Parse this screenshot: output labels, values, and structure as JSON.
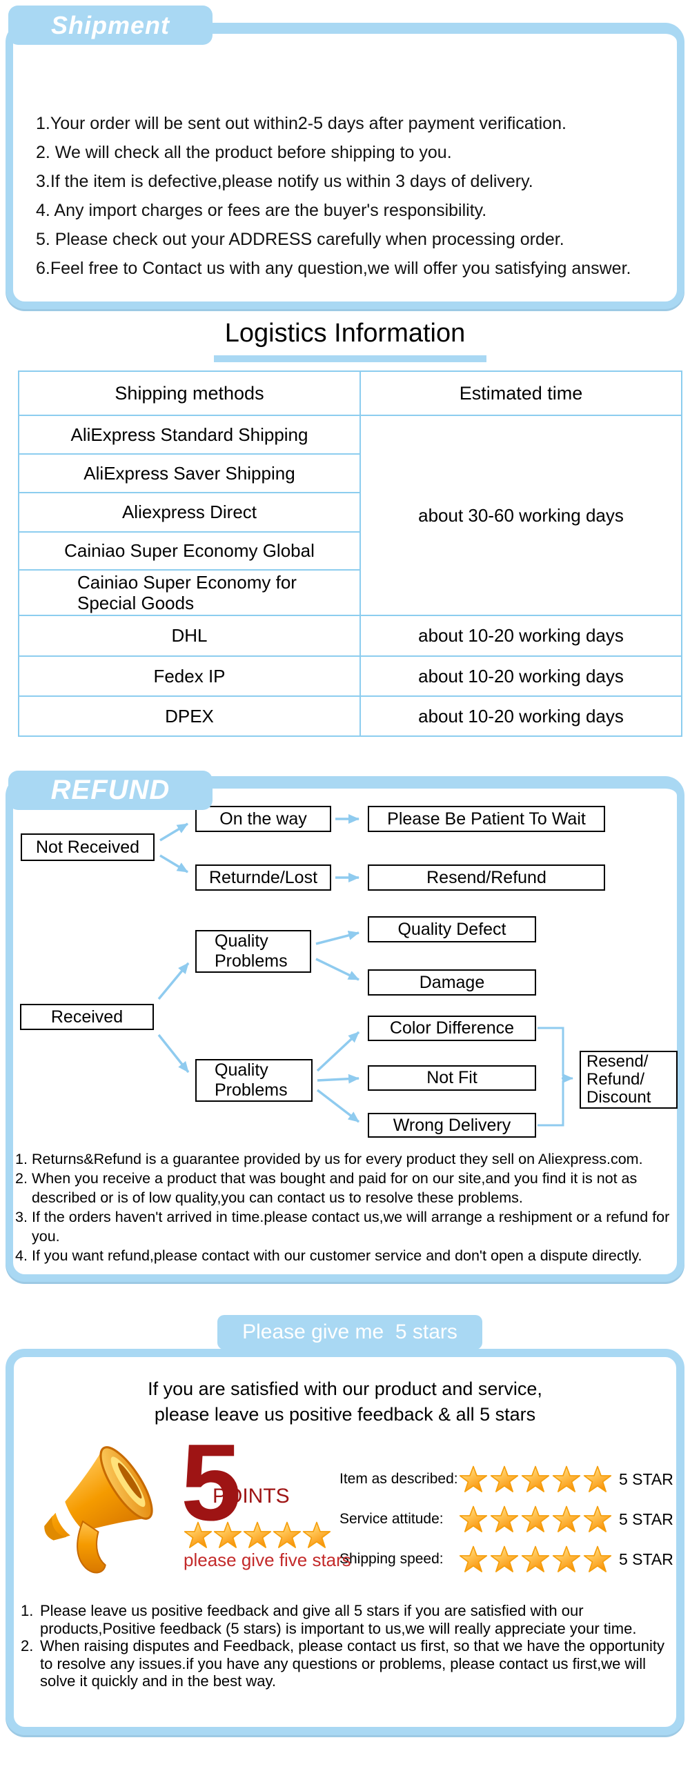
{
  "colors": {
    "blue": "#A9D8F3",
    "table_line": "#8CCDEF",
    "arrow": "#8FCBEF",
    "dark_red": "#9E1414",
    "red": "#C32A2A",
    "star_gold": "#FFC04D"
  },
  "shipment": {
    "badge": "Shipment",
    "items": [
      "1.Your order will be sent out within2-5 days after payment verification.",
      "2. We will check all the product before shipping to you.",
      "3.If the item is defective,please notify us within 3 days of delivery.",
      "4. Any import charges or fees are the buyer's responsibility.",
      "5. Please check out your ADDRESS carefully when processing order.",
      "6.Feel free to Contact us with any question,we will offer you satisfying answer."
    ]
  },
  "logistics": {
    "title": "Logistics Information",
    "headers": {
      "methods": "Shipping methods",
      "time": "Estimated time"
    },
    "group": {
      "rows": [
        "AliExpress Standard Shipping",
        "AliExpress Saver Shipping",
        "Aliexpress Direct",
        "Cainiao Super Economy Global",
        "Cainiao Super Economy for\nSpecial Goods"
      ],
      "time": "about 30-60 working days"
    },
    "singles": [
      {
        "method": "DHL",
        "time": "about 10-20 working days"
      },
      {
        "method": "Fedex IP",
        "time": "about 10-20 working days"
      },
      {
        "method": "DPEX",
        "time": "about 10-20 working days"
      }
    ]
  },
  "refund": {
    "badge": "REFUND",
    "flow": {
      "not_received": "Not Received",
      "on_the_way": "On the way",
      "be_patient": "Please Be Patient To Wait",
      "returned_lost": "Returnde/Lost",
      "resend_refund": "Resend/Refund",
      "quality_problems": "Quality\nProblems",
      "quality_defect": "Quality Defect",
      "damage": "Damage",
      "received": "Received",
      "color_difference": "Color Difference",
      "not_fit": "Not Fit",
      "wrong_delivery": "Wrong Delivery",
      "resend_refund_discount": "Resend/\nRefund/\nDiscount"
    },
    "notes": [
      {
        "num": "1.",
        "text": "Returns&Refund is a guarantee provided by us for every product they sell on Aliexpress.com."
      },
      {
        "num": "2.",
        "text": "When you receive a product that was bought and paid for on our site,and you find it is not as described or is of low quality,you can contact us to resolve these problems."
      },
      {
        "num": "3.",
        "text": "If the orders haven't arrived in time.please contact us,we will arrange a reshipment or a refund for you."
      },
      {
        "num": "4.",
        "text": "If you want refund,please contact with our customer service and don't open a dispute directly."
      }
    ]
  },
  "feedback": {
    "badge": "Please give me  5 stars",
    "heading1": "If you are satisfied with our product and service,",
    "heading2": "please leave us positive feedback & all 5 stars",
    "big_number": "5",
    "points": "POINTS",
    "left_stars": 5,
    "give_five": "please give five stars",
    "rows": [
      {
        "label": "Item as described:",
        "stars": 5,
        "suffix": "5 STAR"
      },
      {
        "label": "Service attitude:",
        "stars": 5,
        "suffix": "5 STAR"
      },
      {
        "label": "Shipping speed:",
        "stars": 5,
        "suffix": "5 STAR"
      }
    ],
    "notes": [
      {
        "num": "1.",
        "text": "Please leave us positive feedback and give all 5 stars if you are satisfied with our products,Positive feedback (5 stars) is important to us,we will really appreciate your time."
      },
      {
        "num": "2.",
        "text": "When raising disputes and Feedback, please contact us first, so that we have the opportunity to resolve any issues.if you have any questions or problems, please contact us first,we will solve it quickly and in the best way."
      }
    ]
  }
}
